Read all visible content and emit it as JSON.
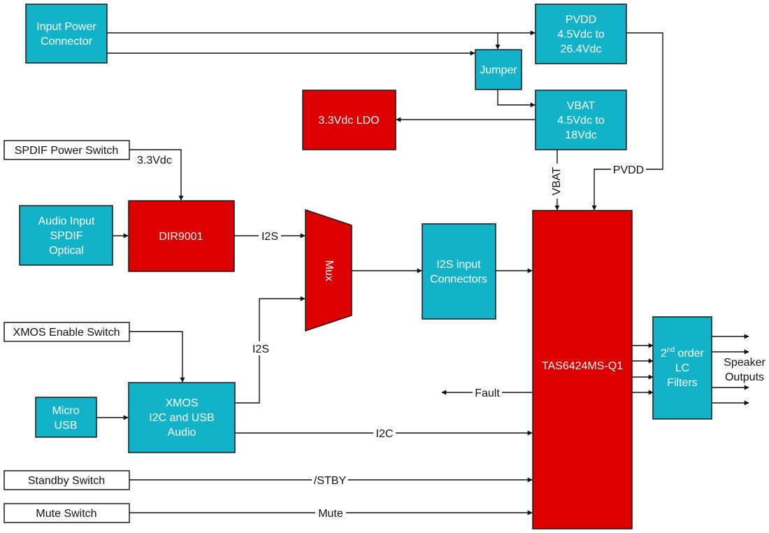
{
  "colors": {
    "power_block": "#12b3c8",
    "device_block": "#dd0000",
    "switch_block": "#ffffff"
  },
  "blocks": {
    "input_power": {
      "lines": [
        "Input Power",
        "Connector"
      ]
    },
    "pvdd": {
      "lines": [
        "PVDD",
        "4.5Vdc to",
        "26.4Vdc"
      ]
    },
    "jumper": {
      "lines": [
        "Jumper"
      ]
    },
    "vbat": {
      "lines": [
        "VBAT",
        "4.5Vdc to",
        "18Vdc"
      ]
    },
    "ldo": {
      "lines": [
        "3.3Vdc LDO"
      ]
    },
    "spdif_switch": {
      "lines": [
        "SPDIF Power Switch"
      ]
    },
    "audio_input": {
      "lines": [
        "Audio Input",
        "SPDIF",
        "Optical"
      ]
    },
    "dir9001": {
      "lines": [
        "DIR9001"
      ]
    },
    "mux": {
      "lines": [
        "Mux"
      ]
    },
    "i2s_connectors": {
      "lines": [
        "I2S input",
        "Connectors"
      ]
    },
    "xmos_switch": {
      "lines": [
        "XMOS Enable Switch"
      ]
    },
    "micro_usb": {
      "lines": [
        "Micro",
        "USB"
      ]
    },
    "xmos": {
      "lines": [
        "XMOS",
        "I2C and USB",
        "Audio"
      ]
    },
    "standby_switch": {
      "lines": [
        "Standby Switch"
      ]
    },
    "mute_switch": {
      "lines": [
        "Mute Switch"
      ]
    },
    "tas": {
      "lines": [
        "TAS6424MS-Q1"
      ]
    },
    "lc_filters": {
      "line1_main": "2",
      "line1_sup": "nd",
      "line1_rest": " order",
      "line2": "LC",
      "line3": "Filters"
    },
    "speaker_outputs": {
      "lines": [
        "Speaker",
        "Outputs"
      ]
    }
  },
  "signals": {
    "vdd_3v3": "3.3Vdc",
    "i2s_dir": "I2S",
    "i2s_xmos": "I2S",
    "vbat": "VBAT",
    "pvdd": "PVDD",
    "fault": "Fault",
    "i2c": "I2C",
    "stby": "/STBY",
    "mute": "Mute"
  }
}
